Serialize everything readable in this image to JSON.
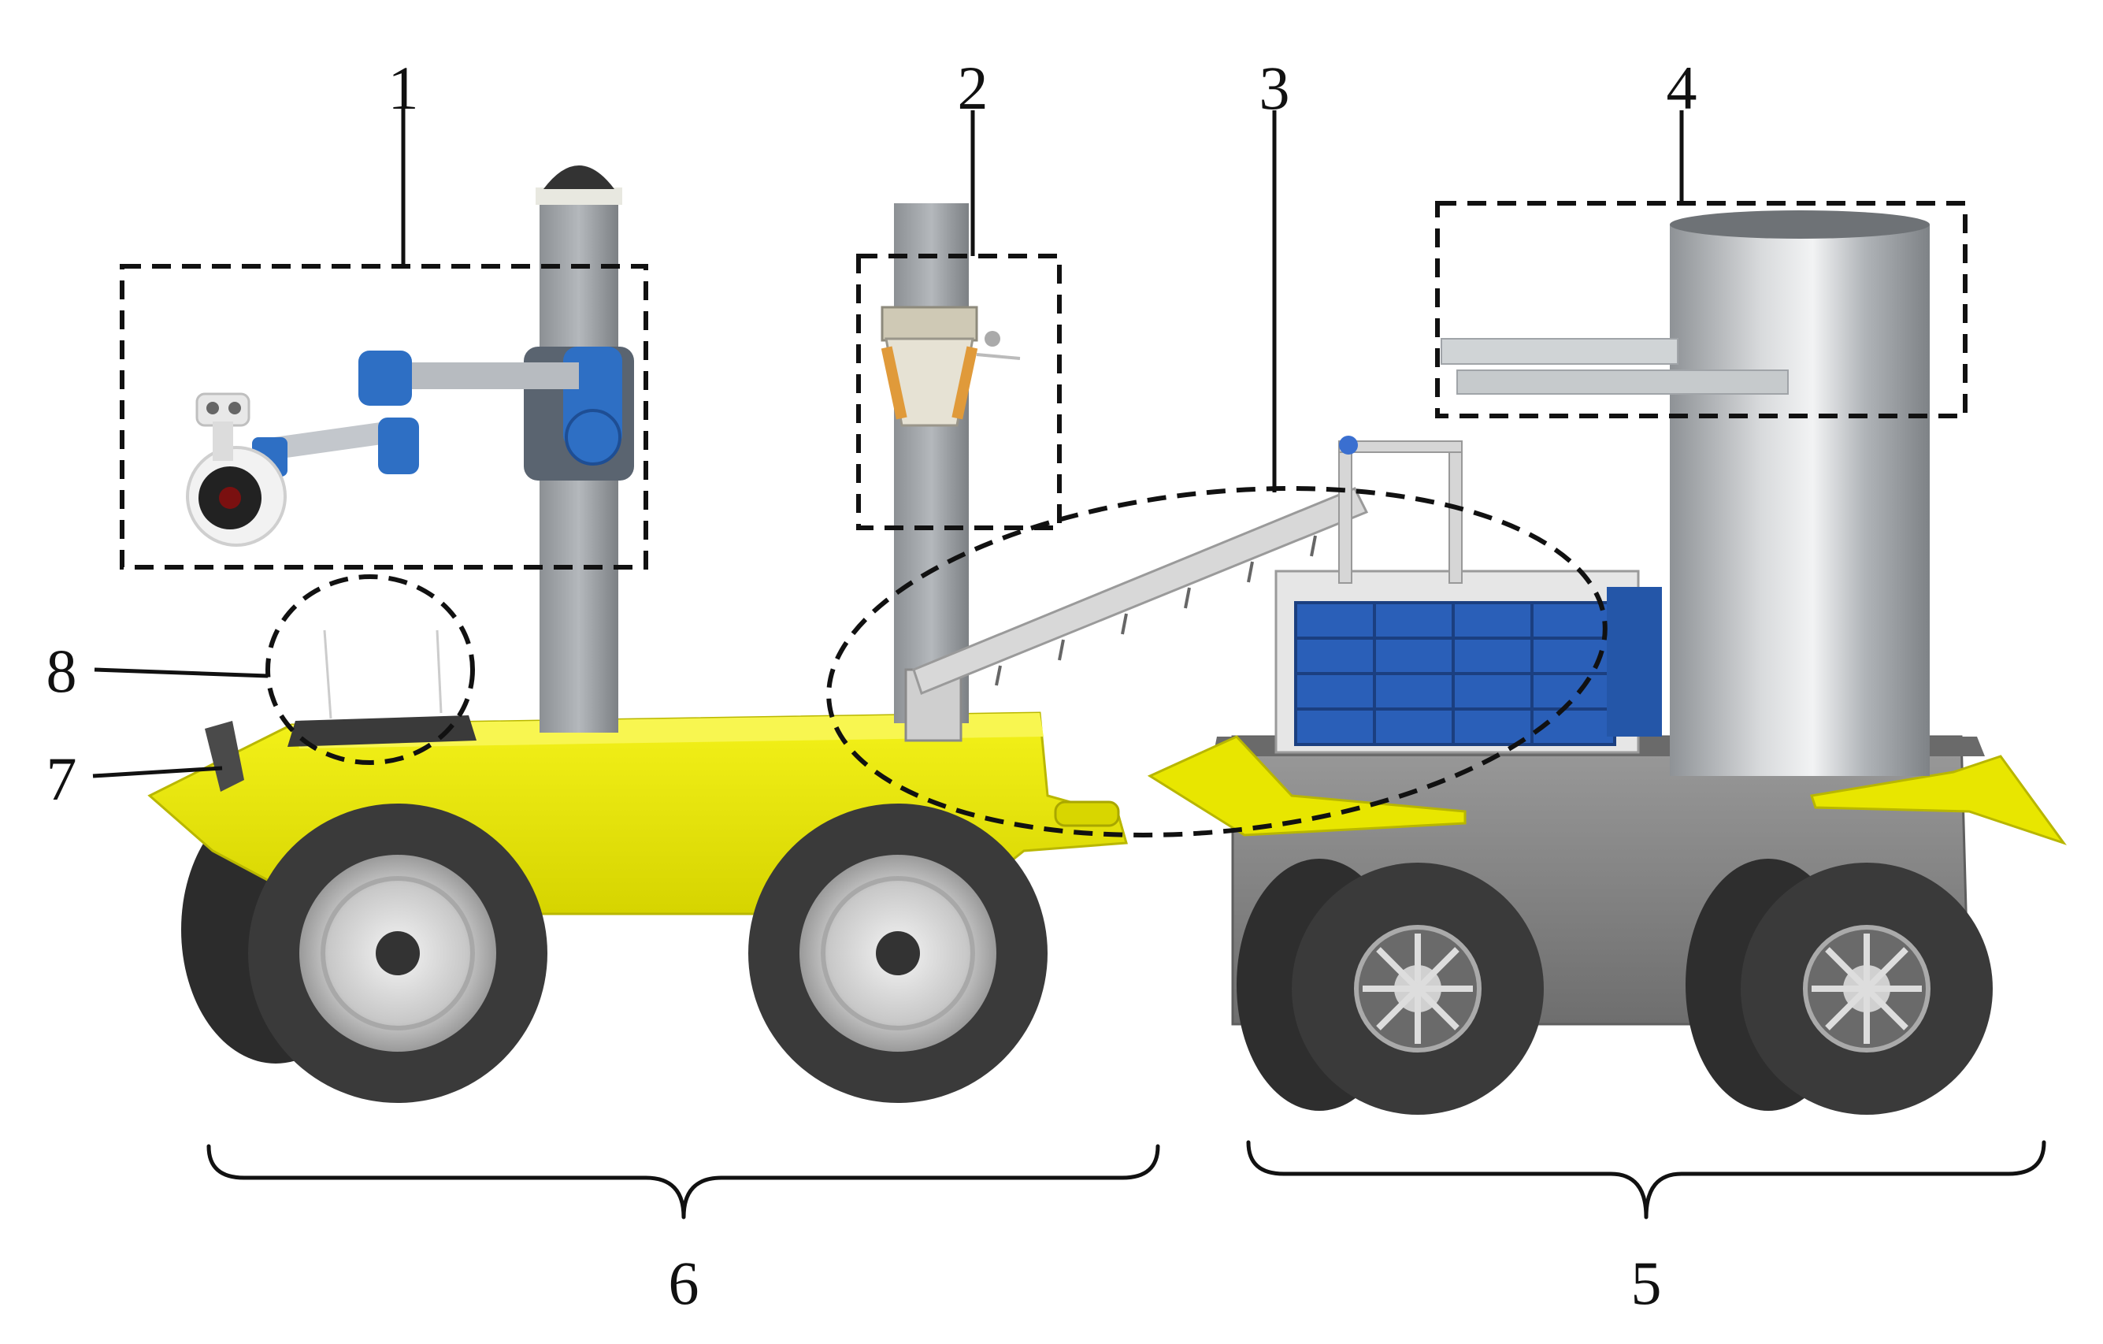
{
  "callouts": {
    "c1": "1",
    "c2": "2",
    "c3": "3",
    "c4": "4",
    "c5": "5",
    "c6": "6",
    "c7": "7",
    "c8": "8"
  },
  "colors": {
    "chassis_yellow": "#E8E600",
    "trailer_gray": "#8A8A8A",
    "tire_dark": "#3A3A3A",
    "arm_blue": "#2E6FC4",
    "bin_blue": "#2A5FB8",
    "steel": "#B8BCC0"
  }
}
